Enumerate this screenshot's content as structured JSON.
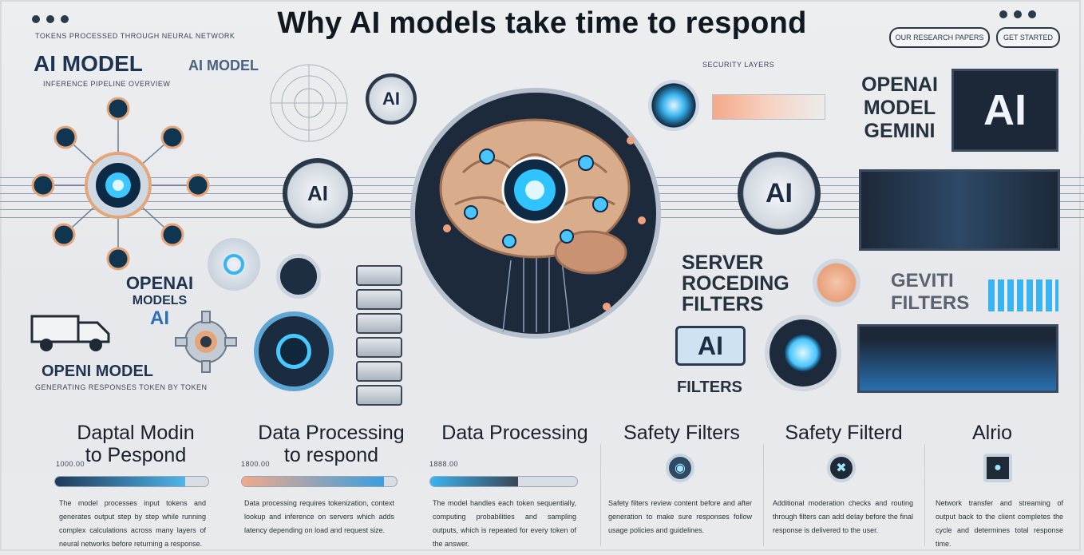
{
  "title": "Why AI models take time to respond",
  "header": {
    "subtitle_left": "TOKENS PROCESSED THROUGH NEURAL NETWORK",
    "buttons": [
      "OUR RESEARCH PAPERS",
      "GET STARTED"
    ]
  },
  "left_panel": {
    "heading_main": "AI MODEL",
    "heading_secondary": "AI MODEL",
    "caption": "INFERENCE PIPELINE OVERVIEW",
    "model_text_line1": "OPENAI",
    "model_text_line2": "MODELS",
    "model_text_line3": "AI",
    "bottom_label": "OPENI MODEL",
    "bottom_caption": "GENERATING RESPONSES TOKEN BY TOKEN",
    "badge_ai_1": "AI",
    "badge_ai_2": "AI"
  },
  "right_panel": {
    "model_line1": "OPENAI",
    "model_line2": "MODEL",
    "model_line3": "GEMINI",
    "monitor_text": "AI",
    "badge_ai": "AI",
    "server_line1": "SERVER",
    "server_line2": "ROCEDING",
    "server_line3": "FILTERS",
    "gevit_line1": "GEVITI",
    "gevit_line2": "FILTERS",
    "ai_box": "AI",
    "filters_label": "FILTERS",
    "top_caption": "SECURITY LAYERS"
  },
  "columns": [
    {
      "title_line1": "Daptal Modin",
      "title_line2": "to Pespond",
      "stat": "1000.00",
      "bar_fill": 0.85,
      "bar_colors": [
        "#1f3a5a",
        "#4fb4e8",
        "#d9dde2"
      ],
      "text": "The model processes input tokens and generates output step by step while running complex calculations across many layers of neural networks before returning a response."
    },
    {
      "title_line1": "Data Processing",
      "title_line2": "to respond",
      "stat": "1800.00",
      "bar_fill": 0.92,
      "bar_colors": [
        "#f2a98a",
        "#3a9fe0",
        "#d9dde2"
      ],
      "text": "Data processing requires tokenization, context lookup and inference on servers which adds latency depending on load and request size."
    },
    {
      "title_line1": "Data Processing",
      "title_line2": "",
      "stat": "1888.00",
      "bar_fill": 0.6,
      "bar_colors": [
        "#3ab4f0",
        "#3a4656",
        "#d9dde2"
      ],
      "text": "The model handles each token sequentially, computing probabilities and sampling outputs, which is repeated for every token of the answer."
    },
    {
      "title_line1": "Safety Filters",
      "title_line2": "",
      "stat": "",
      "bar_fill": 0,
      "bar_colors": [],
      "text": "Safety filters review content before and after generation to make sure responses follow usage policies and guidelines."
    },
    {
      "title_line1": "Safety Filterd",
      "title_line2": "",
      "stat": "",
      "bar_fill": 0,
      "bar_colors": [],
      "text": "Additional moderation checks and routing through filters can add delay before the final response is delivered to the user."
    },
    {
      "title_line1": "Alrio",
      "title_line2": "",
      "stat": "",
      "bar_fill": 0,
      "bar_colors": [],
      "text": "Network transfer and streaming of output back to the client completes the cycle and determines total response time."
    }
  ],
  "icons": {
    "window_dots": [
      "dot",
      "dot",
      "dot"
    ],
    "truck": "truck-icon",
    "gear": "gear-icon",
    "brain": "brain-icon",
    "server": "server-stack-icon",
    "eye": "eye-icon"
  },
  "colors": {
    "accent_blue": "#3ab4f0",
    "accent_peach": "#f2a98a",
    "navy": "#1f3a5a"
  }
}
